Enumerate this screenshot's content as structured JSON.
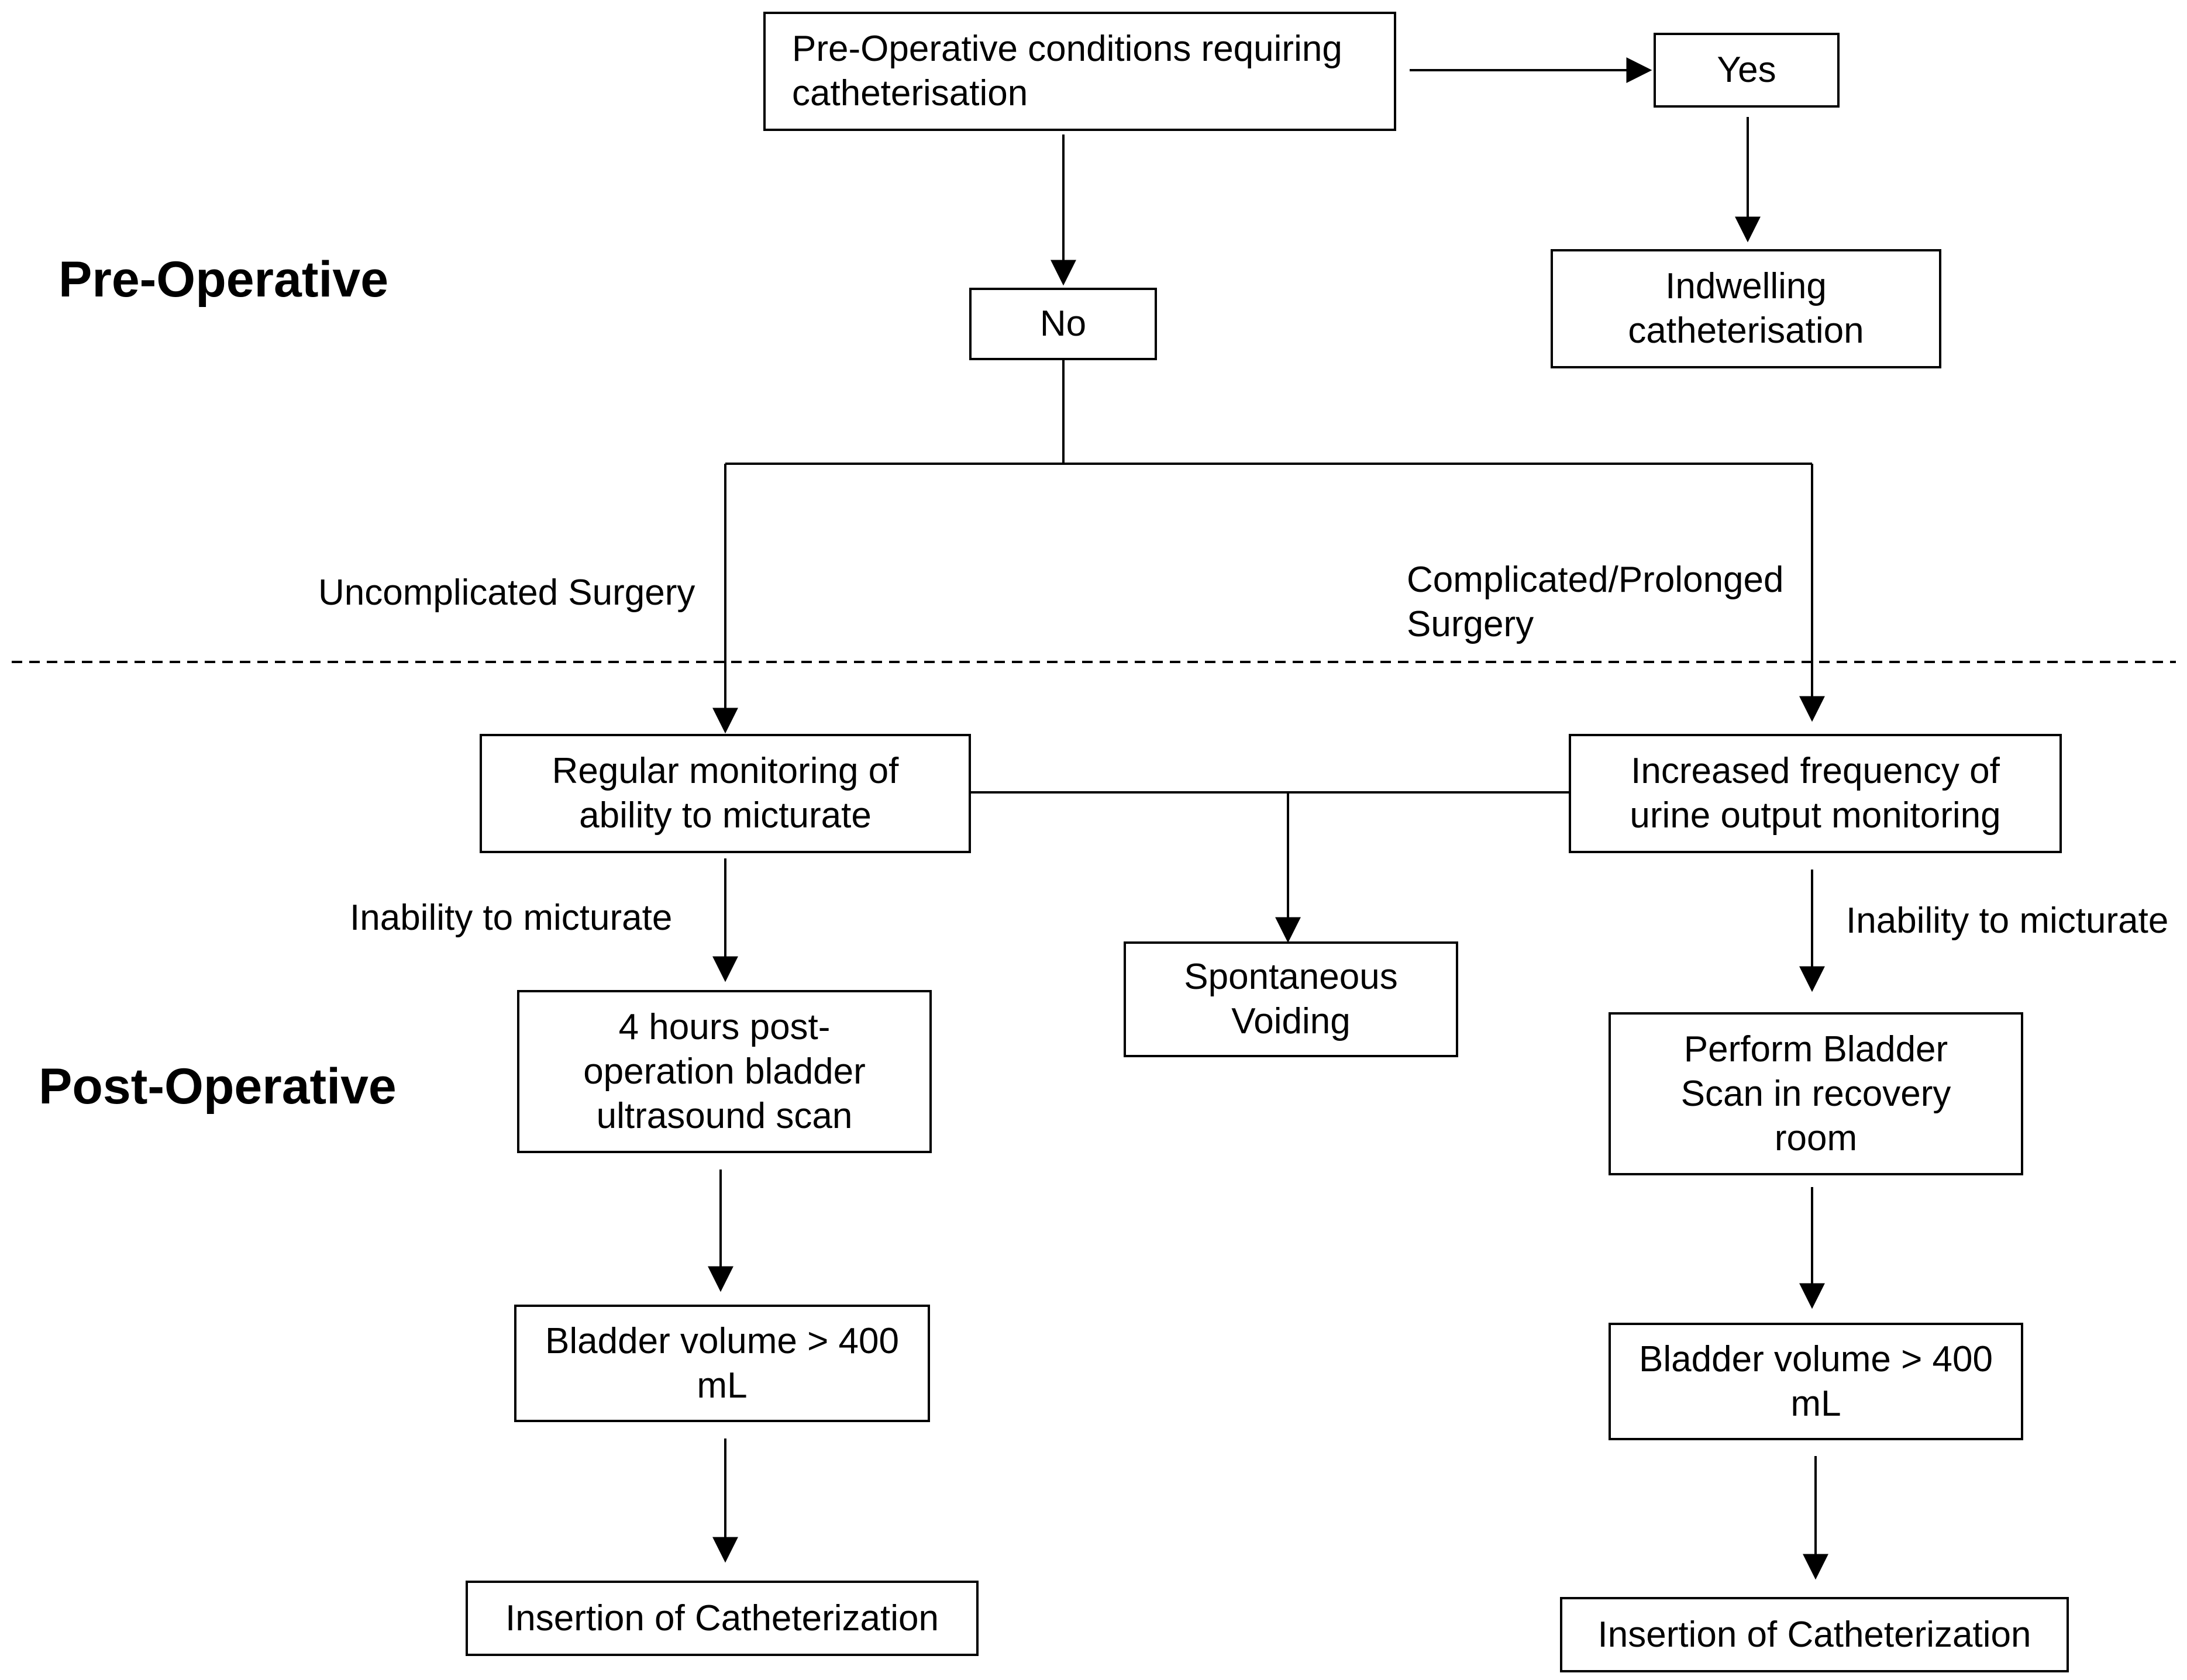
{
  "sections": {
    "pre": "Pre-Operative",
    "post": "Post-Operative"
  },
  "boxes": {
    "pre_conditions": "Pre-Operative conditions requiring\ncatheterisation",
    "yes": "Yes",
    "no": "No",
    "indwelling": "Indwelling\ncatheterisation",
    "regular_monitoring": "Regular monitoring of\nability to micturate",
    "increased_frequency": "Increased frequency of\nurine output monitoring",
    "spontaneous": "Spontaneous\nVoiding",
    "scan_4h": "4 hours post-\noperation bladder\nultrasound scan",
    "bladder_scan_recovery": "Perform Bladder\nScan in recovery\nroom",
    "volume_left": "Bladder volume > 400\nmL",
    "volume_right": "Bladder volume > 400\nmL",
    "insertion_left": "Insertion of Catheterization",
    "insertion_right": "Insertion of Catheterization"
  },
  "labels": {
    "uncomplicated": "Uncomplicated Surgery",
    "complicated": "Complicated/Prolonged\nSurgery",
    "inability_left": "Inability to micturate",
    "inability_right": "Inability to micturate"
  }
}
